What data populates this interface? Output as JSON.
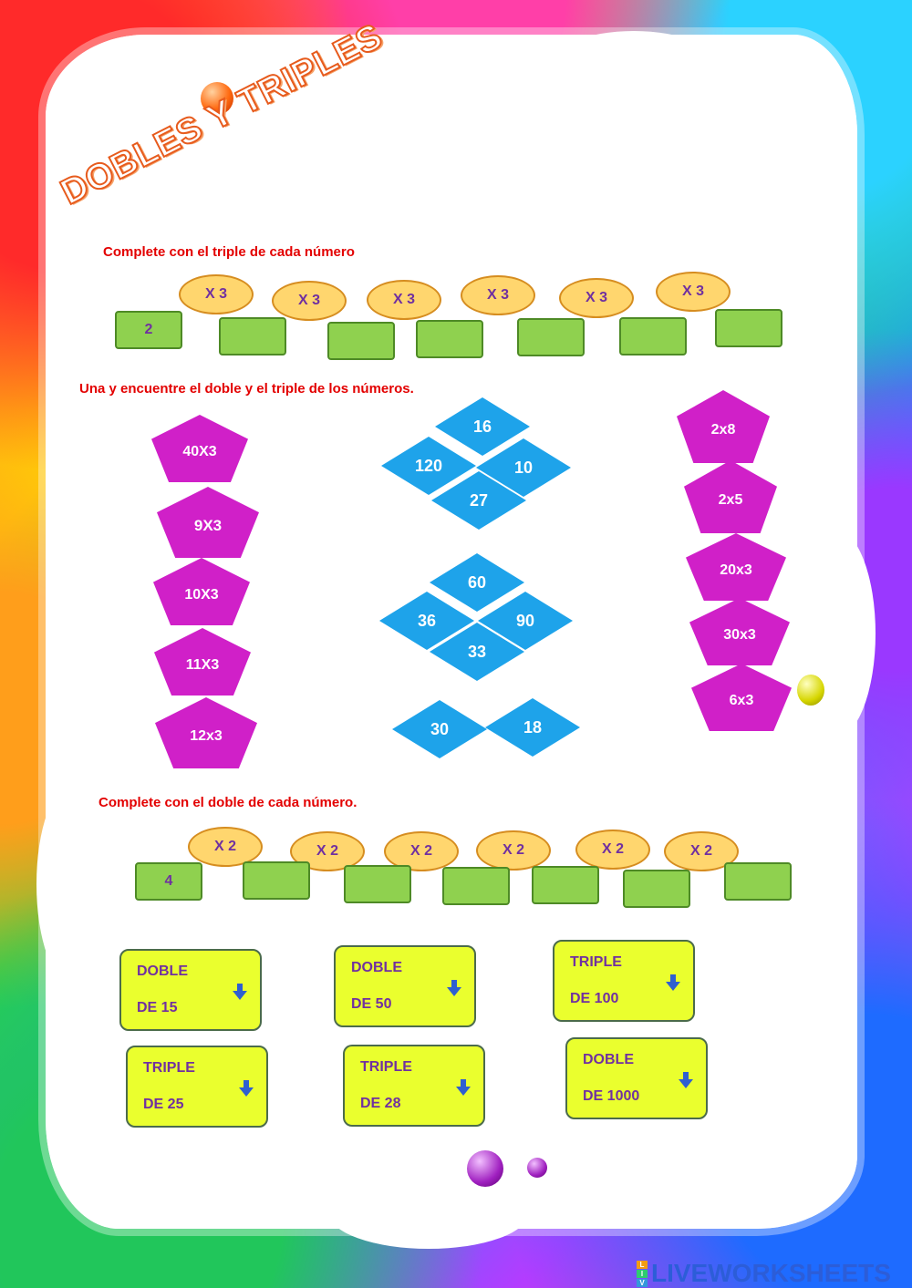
{
  "title": "DOBLES Y TRIPLES",
  "section1": {
    "instruction": "Complete con el triple de cada número",
    "start_value": "2",
    "operators": [
      "X 3",
      "X 3",
      "X 3",
      "X 3",
      "X 3",
      "X 3"
    ]
  },
  "section2": {
    "instruction": "Una y encuentre el doble y el triple de los números.",
    "left_pentagons": [
      "40X3",
      "9X3",
      "10X3",
      "11X3",
      "12x3"
    ],
    "center_diamonds": [
      "16",
      "120",
      "10",
      "27",
      "60",
      "36",
      "90",
      "33",
      "30",
      "18"
    ],
    "right_pentagons": [
      "2x8",
      "2x5",
      "20x3",
      "30x3",
      "6x3"
    ]
  },
  "section3": {
    "instruction": "Complete con el doble de cada número.",
    "start_value": "4",
    "operators": [
      "X 2",
      "X 2",
      "X 2",
      "X 2",
      "X 2",
      "X 2"
    ]
  },
  "dropdowns": [
    {
      "line1": "DOBLE",
      "line2": "DE 15"
    },
    {
      "line1": "DOBLE",
      "line2": "DE 50"
    },
    {
      "line1": "TRIPLE",
      "line2": "DE 100"
    },
    {
      "line1": "TRIPLE",
      "line2": "DE 25"
    },
    {
      "line1": "TRIPLE",
      "line2": "DE 28"
    },
    {
      "line1": "DOBLE",
      "line2": "DE 1000"
    }
  ],
  "footer": {
    "logo_text": "LIVEWORKSHEETS",
    "logo_blocks": [
      "L",
      "I",
      "V"
    ]
  },
  "colors": {
    "pentagon": "#d020c8",
    "diamond": "#1ea3ea",
    "answer_box": "#8fd14f",
    "oval": "#ffd66e",
    "dropdown": "#eaff2e",
    "instruction": "#e30000"
  }
}
